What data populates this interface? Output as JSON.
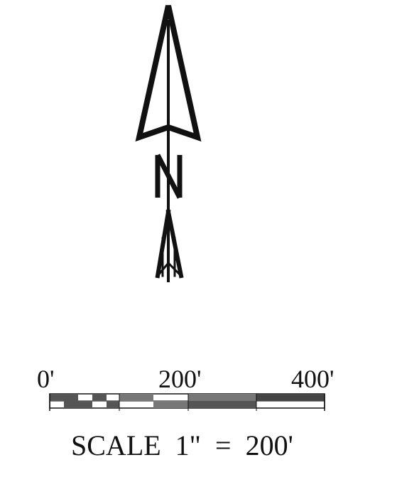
{
  "north_arrow": {
    "label": "N",
    "icon": "north-arrow-icon"
  },
  "scale_bar": {
    "tick_labels": [
      "0'",
      "200'",
      "400'"
    ],
    "caption": "SCALE  1\"  =  200'",
    "range_feet": [
      0,
      400
    ],
    "tick_values_feet": [
      0,
      200,
      400
    ],
    "fill_color": "#111111"
  }
}
